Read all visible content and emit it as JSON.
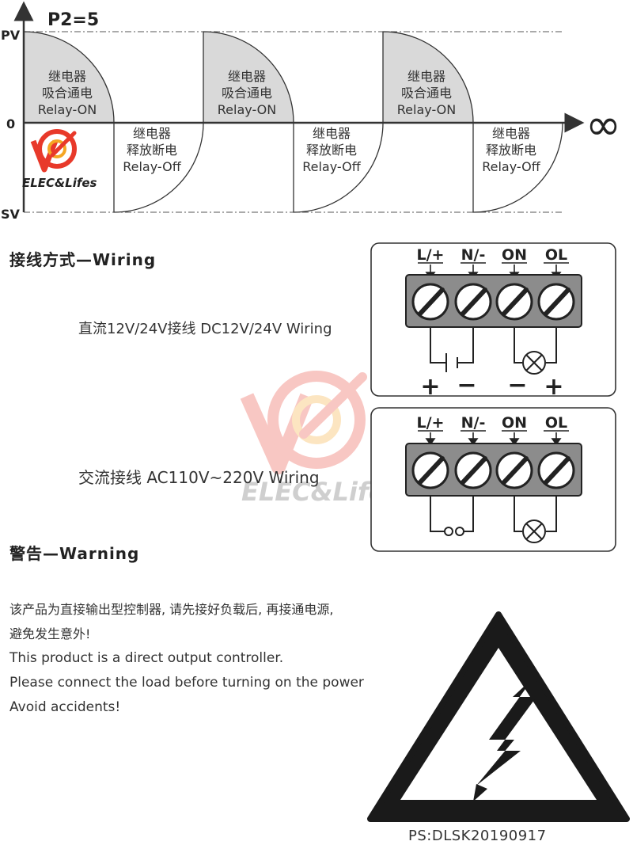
{
  "timing": {
    "p2_label": "P2=5",
    "axis_pv": "PV",
    "axis_zero": "0",
    "axis_sv": "SV",
    "infinity": "∞",
    "relay_on": {
      "line1": "继电器",
      "line2": "吸合通电",
      "line3": "Relay-ON"
    },
    "relay_off": {
      "line1": "继电器",
      "line2": "释放断电",
      "line3": "Relay-Off"
    }
  },
  "logo": {
    "text": "ELEC&Lifes"
  },
  "watermark": {
    "text": "ELEC&Lifes"
  },
  "wiring": {
    "title": "接线方式—Wiring",
    "dc_label": "直流12V/24V接线  DC12V/24V  Wiring",
    "ac_label": "交流接线  AC110V~220V Wiring",
    "terminals": [
      "L/+",
      "N/-",
      "ON",
      "OL"
    ],
    "dc_polarity": [
      "+",
      "−",
      "−",
      "+"
    ]
  },
  "warning": {
    "title": "警告—Warning",
    "lines": [
      "该产品为直接输出型控制器, 请先接好负载后, 再接通电源,",
      "避免发生意外!",
      "This product is a direct output controller.",
      "Please connect the load before turning on the power",
      "Avoid accidents!"
    ]
  },
  "footer": {
    "code": "PS:DLSK20190917"
  },
  "colors": {
    "fill_gray": "#d9d9d9",
    "terminal_gray": "#8c8c8c",
    "logo_red": "#e8392a",
    "logo_orange": "#f5a623"
  }
}
